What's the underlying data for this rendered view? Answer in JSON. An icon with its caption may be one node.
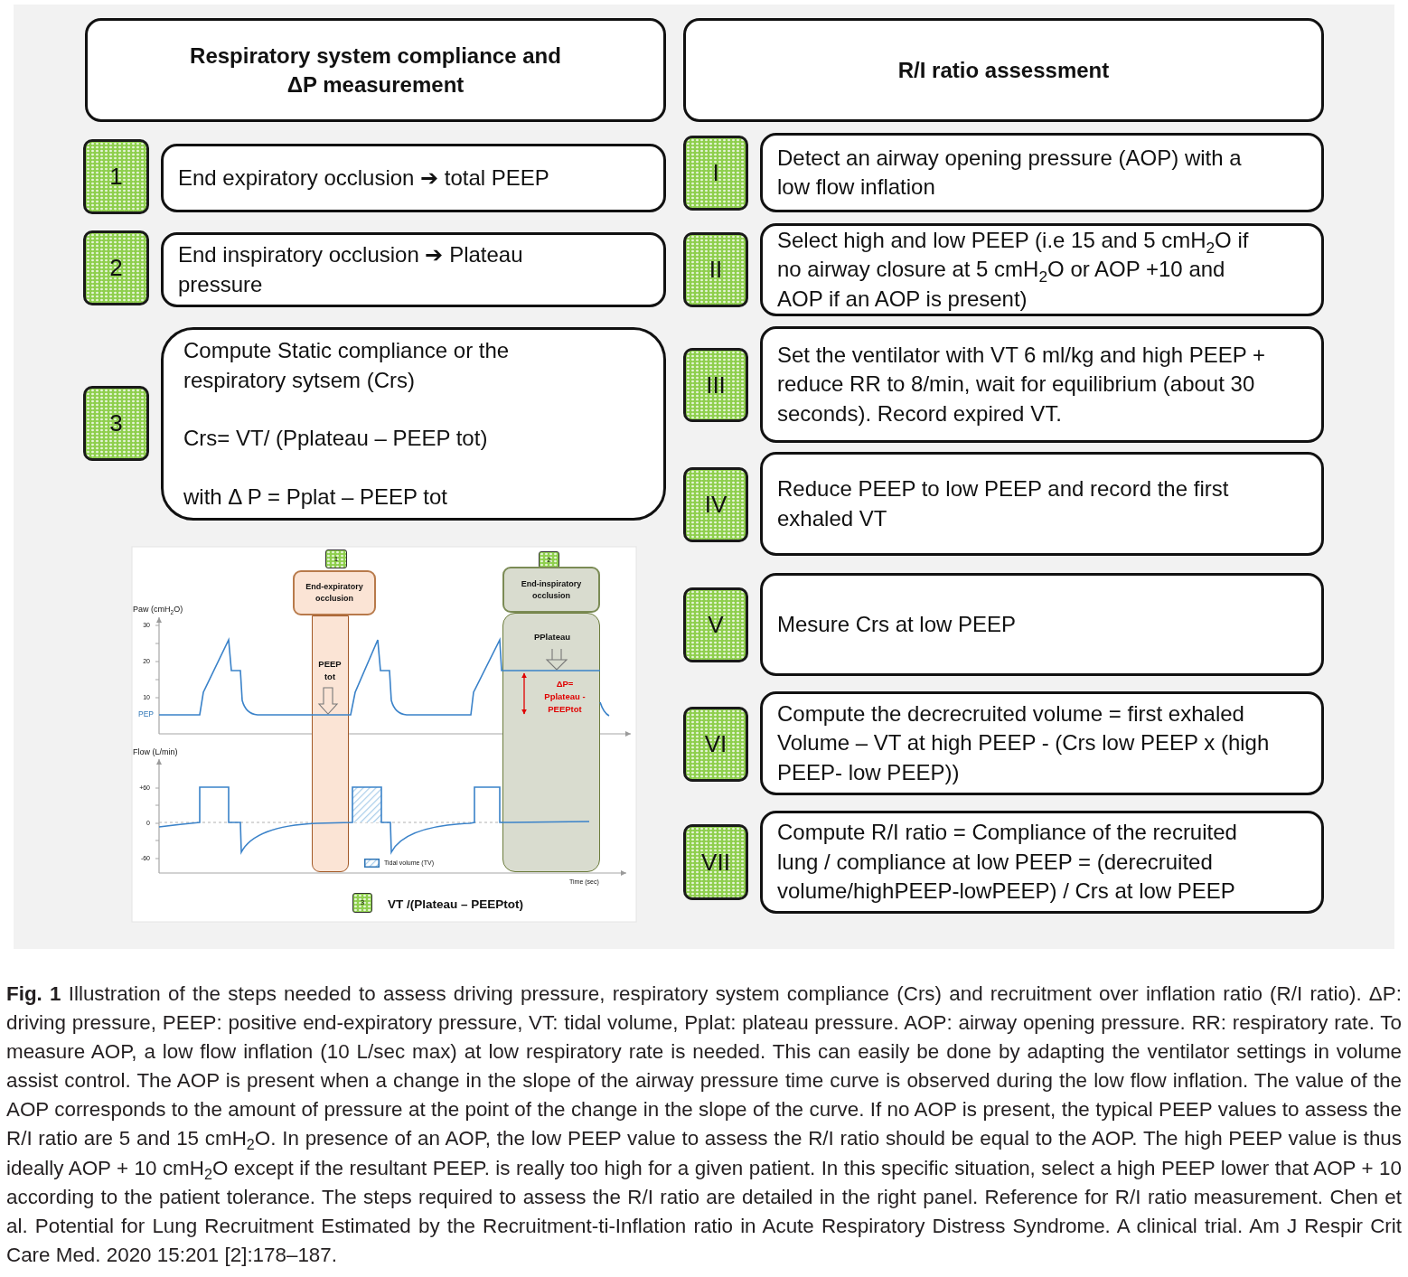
{
  "diagram": {
    "caption": "**Fig. 1** Illustration of the steps needed to assess driving pressure, respiratory system compliance (Crs) and recruitment over inflation ratio (R/I ratio). ΔP: driving pressure, PEEP: positive end-expiratory pressure, VT: tidal volume, Pplat: plateau pressure. AOP: airway opening pressure. RR: respiratory rate. To measure AOP, a low flow inflation (10 L/sec max) at low respiratory rate is needed. This can easily be done by adapting the ventilator settings in volume assist control. The AOP is present when a change in the slope of the airway pressure time curve is observed during the low flow inflation. The value of the AOP corresponds to the amount of pressure at the point of the change in the slope of the curve. If no AOP is present, the typical PEEP values to assess the R/I ratio are 5 and 15 cmH$_{2}$O. In presence of an AOP, the low PEEP value to assess the R/I ratio should be equal to the AOP. The high PEEP value is thus ideally AOP + 10 cmH$_{2}$O except if the resultant PEEP. is really too high for a given patient. In this specific situation, select a high PEEP lower that AOP + 10 according to the patient tolerance. The steps required to assess the R/I ratio are detailed in the right panel. Reference for R/I ratio measurement. Chen et al. Potential for Lung Recruitment Estimated by the Recruitment-ti-Inflation ratio in Acute Respiratory Distress Syndrome. A clinical trial. Am J Respir Crit Care Med. 2020 15:201 [2]:178–187.",
    "nodes": [
      {
        "text": [
          "Respiratory system compliance and ΔP measurement"
        ]
      },
      {
        "text": [
          "R/I ratio assessment"
        ]
      },
      {
        "text": [
          "1"
        ]
      },
      {
        "text": [
          "End expiratory occlusion ➔ total PEEP"
        ]
      },
      {
        "text": [
          "2"
        ]
      },
      {
        "text": [
          "End inspiratory occlusion ➔ Plateau pressure"
        ]
      },
      {
        "text": [
          "3"
        ]
      },
      {
        "text": [
          "Compute Static compliance or the respiratory sytsem (Crs)",
          "Crs= VT/ (Pplateau – PEEP tot)",
          "with Δ P = Pplat – PEEP tot"
        ]
      },
      {
        "text": [
          "I"
        ]
      },
      {
        "text": [
          "Detect an airway opening pressure (AOP) with a low flow inflation"
        ]
      },
      {
        "text": [
          "II"
        ]
      },
      {
        "text": [
          "Select high and low PEEP (i.e 15 and 5 cmH$_{2}$O if no airway closure at 5 cmH$_{2}$O or AOP +10 and AOP if an AOP is present)"
        ]
      },
      {
        "text": [
          "III"
        ]
      },
      {
        "text": [
          "Set the ventilator with VT 6 ml/kg and high PEEP + reduce RR to 8/min, wait for equilibrium (about 30 seconds). Record expired VT."
        ]
      },
      {
        "text": [
          "IV"
        ]
      },
      {
        "text": [
          "Reduce PEEP to low PEEP and record the first exhaled VT"
        ]
      },
      {
        "text": [
          "V"
        ]
      },
      {
        "text": [
          "Mesure Crs at low PEEP"
        ]
      },
      {
        "text": [
          "VI"
        ]
      },
      {
        "text": [
          "Compute the decrecruited volume = first exhaled Volume – VT at high PEEP - (Crs low PEEP x (high PEEP- low PEEP))"
        ]
      },
      {
        "text": [
          "VII"
        ]
      },
      {
        "text": [
          "Compute R/I ratio = Compliance of the recruited lung / compliance at low PEEP = (derecruited volume/highPEEP-lowPEEP) / Crs at low PEEP"
        ]
      },
      {
        "text": [
          "1"
        ]
      },
      {
        "text": [
          "End-expiratory occlusion"
        ]
      },
      {
        "text": [
          "PEEP tot"
        ]
      },
      {
        "text": [
          "2"
        ]
      },
      {
        "text": [
          "End-inspiratory occlusion"
        ]
      },
      {
        "text": [
          "PPlateau",
          "ΔP= Pplateau - PEEPtot"
        ]
      },
      {
        "text": [
          "3"
        ],
        "beside": [
          "VT /(Plateau – PEEPtot)"
        ]
      }
    ],
    "labels": [
      "Paw (cmH$_{2}$O)",
      "30",
      "20",
      "10",
      "PEP",
      "Flow (L/min)",
      "+60",
      "0",
      "-60",
      "Time (sec)"
    ],
    "legend": [
      {
        "text": "Tidal volume (TV)"
      }
    ]
  }
}
